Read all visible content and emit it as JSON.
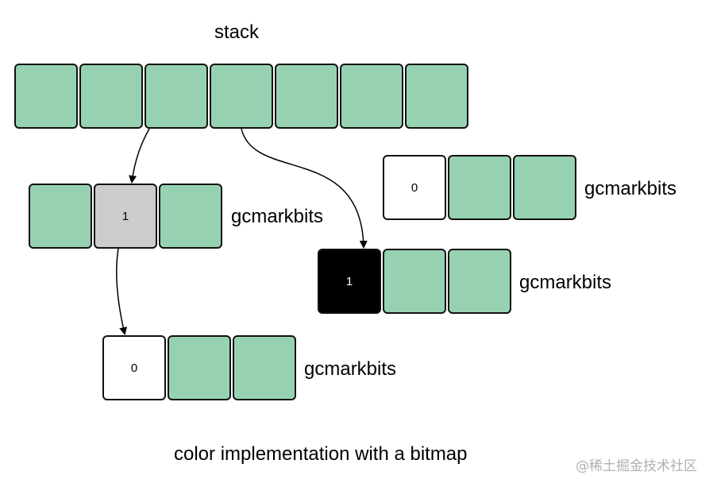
{
  "title": "stack",
  "caption": "color implementation with a bitmap",
  "watermark": "@稀土掘金技术社区",
  "colors": {
    "green": "#96d2b2",
    "gray": "#cccccc",
    "white": "#ffffff",
    "black": "#000000"
  },
  "stack": {
    "cells": 7
  },
  "blocks": [
    {
      "id": "gray-block",
      "label": "gcmarkbits",
      "marker": "1",
      "marker_color": "gray"
    },
    {
      "id": "white-block-bottom",
      "label": "gcmarkbits",
      "marker": "0",
      "marker_color": "white"
    },
    {
      "id": "white-block-top-right",
      "label": "gcmarkbits",
      "marker": "0",
      "marker_color": "white"
    },
    {
      "id": "black-block",
      "label": "gcmarkbits",
      "marker": "1",
      "marker_color": "black"
    }
  ]
}
